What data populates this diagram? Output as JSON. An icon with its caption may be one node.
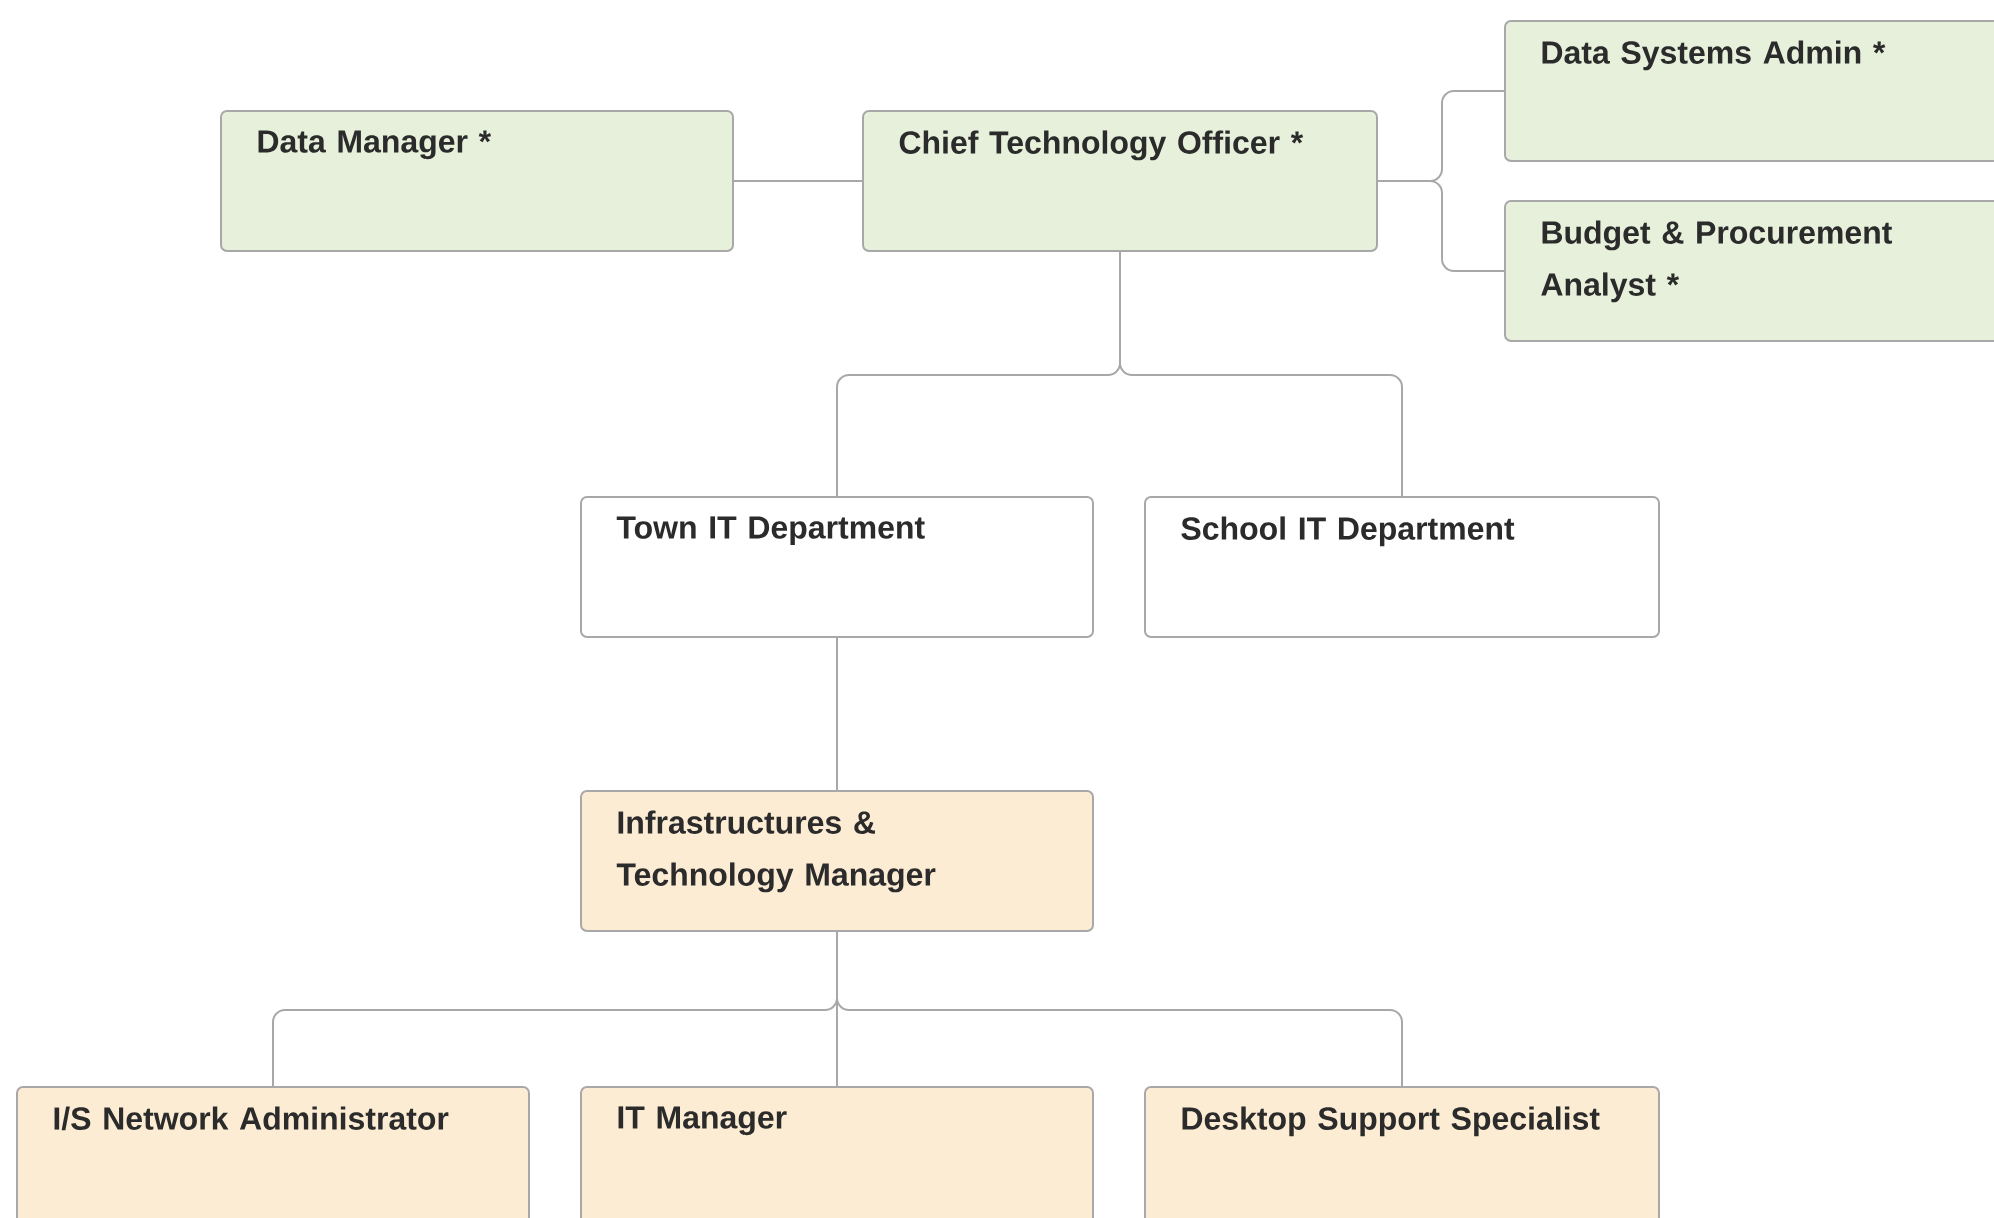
{
  "diagram": {
    "nodes": [
      {
        "text": [
          "Data Manager *"
        ]
      },
      {
        "text": [
          "Chief Technology Officer *"
        ]
      },
      {
        "text": [
          "Data Systems Admin *"
        ]
      },
      {
        "text": [
          "Budget & Procurement Analyst *"
        ]
      },
      {
        "text": [
          "Town IT Department"
        ]
      },
      {
        "text": [
          "School IT Department"
        ]
      },
      {
        "text": [
          "Infrastructures & Technology Manager"
        ]
      },
      {
        "text": [
          "I/S Network Administrator"
        ]
      },
      {
        "text": [
          "IT Manager"
        ]
      },
      {
        "text": [
          "Desktop Support Specialist"
        ]
      }
    ],
    "edges": [
      {
        "from": 0,
        "to": 1,
        "arrow": "none"
      },
      {
        "from": 1,
        "to": 2,
        "arrow": "none"
      },
      {
        "from": 1,
        "to": 3,
        "arrow": "none"
      },
      {
        "from": 1,
        "to": 4,
        "arrow": "none"
      },
      {
        "from": 1,
        "to": 5,
        "arrow": "none"
      },
      {
        "from": 4,
        "to": 6,
        "arrow": "none"
      },
      {
        "from": 6,
        "to": 7,
        "arrow": "none"
      },
      {
        "from": 6,
        "to": 8,
        "arrow": "none"
      },
      {
        "from": 6,
        "to": 9,
        "arrow": "none"
      }
    ]
  }
}
